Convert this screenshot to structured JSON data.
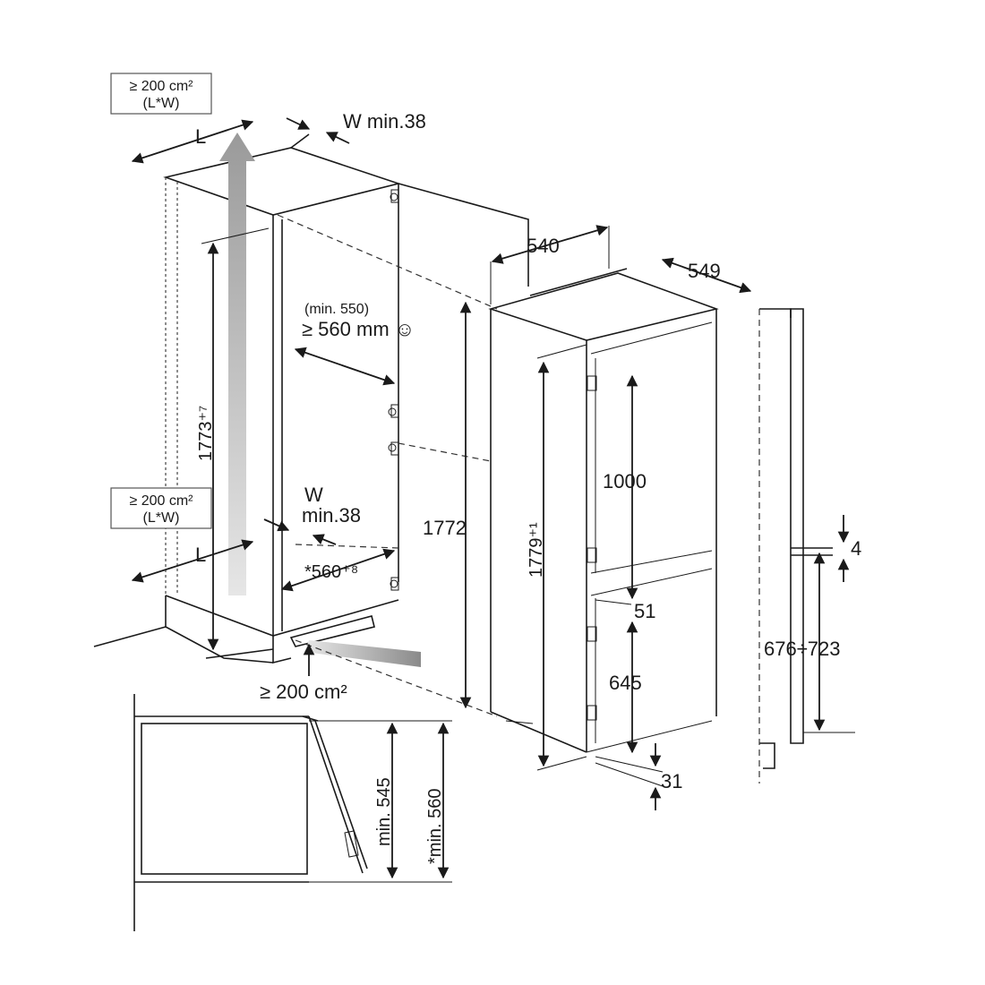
{
  "vent_top": {
    "line1": "≥ 200 cm²",
    "line2": "(L*W)"
  },
  "vent_bottom": {
    "line1": "≥ 200 cm²",
    "line2": "(L*W)"
  },
  "vent_plinth": "≥ 200 cm²",
  "labels": {
    "L_top": "L",
    "L_bottom": "L",
    "W_top": "W min.38",
    "W_bottom_1": "W",
    "W_bottom_2": "min.38",
    "depth_min": "(min. 550)",
    "depth_rec": "≥ 560 mm ☺",
    "niche_height": "1773⁺⁷",
    "depth_star": "*560⁺⁸",
    "appliance_height": "1772",
    "width_540": "540",
    "depth_549": "549",
    "door_height": "1779⁺¹",
    "upper_door": "1000",
    "gap_51": "51",
    "lower_door": "645",
    "gap_31": "31",
    "gap_4": "4",
    "range": "676÷723",
    "min545": "min. 545",
    "min560": "*min. 560"
  },
  "colors": {
    "line": "#1a1a1a",
    "arrow_gray": "#c8c8c8"
  }
}
